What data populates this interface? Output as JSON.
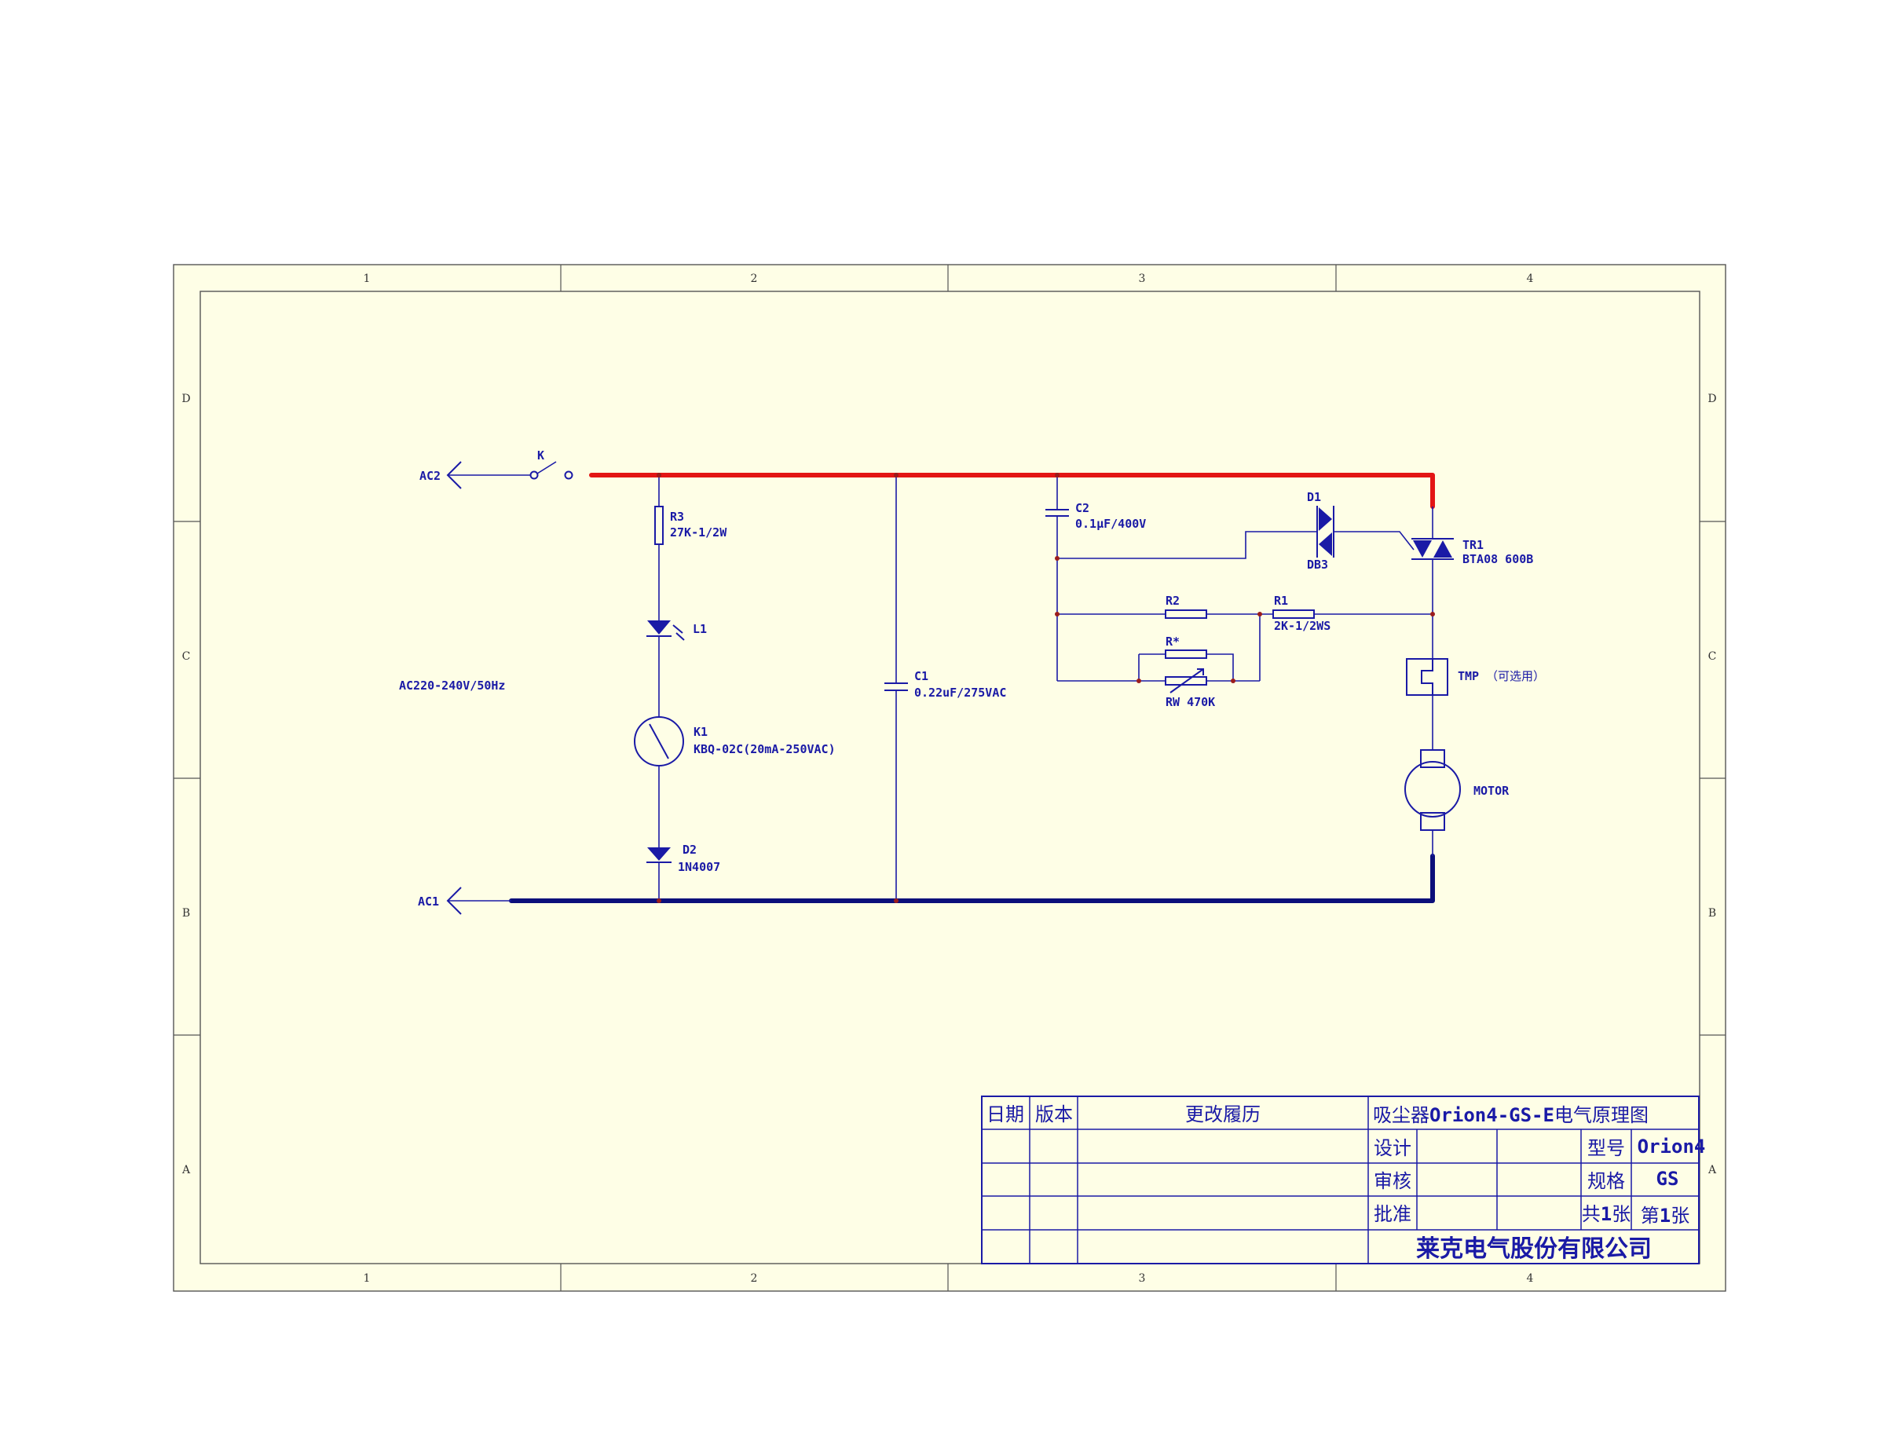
{
  "schematic": {
    "grid": {
      "columns": [
        "1",
        "2",
        "3",
        "4"
      ],
      "rows": [
        "D",
        "C",
        "B",
        "A"
      ]
    },
    "terminals": {
      "ac2": "AC2",
      "ac1": "AC1"
    },
    "supply_note": "AC220-240V/50Hz",
    "switch": {
      "ref": "K"
    },
    "r3": {
      "ref": "R3",
      "value": "27K-1/2W"
    },
    "l1": {
      "ref": "L1"
    },
    "k1": {
      "ref": "K1",
      "value": "KBQ-02C(20mA-250VAC)"
    },
    "d2": {
      "ref": "D2",
      "value": "1N4007"
    },
    "c1": {
      "ref": "C1",
      "value": "0.22uF/275VAC"
    },
    "c2": {
      "ref": "C2",
      "value": "0.1μF/400V"
    },
    "d1": {
      "ref": "D1",
      "value": "DB3"
    },
    "tr1": {
      "ref": "TR1",
      "value": "BTA08 600B"
    },
    "r2": {
      "ref": "R2"
    },
    "r1": {
      "ref": "R1",
      "value": "2K-1/2WS"
    },
    "rstar": {
      "ref": "R*"
    },
    "rw": {
      "ref": "RW 470K"
    },
    "tmp": {
      "ref": "TMP",
      "note": "（可选用）"
    },
    "motor": {
      "ref": "MOTOR"
    },
    "colors": {
      "line": "#e31515",
      "neutral": "#0c0f7a",
      "ink": "#1a1aa6",
      "paper": "#fefee6"
    }
  },
  "title_block": {
    "headers": {
      "date": "日期",
      "version": "版本",
      "history": "更改履历"
    },
    "title_prefix": "吸尘器",
    "title_model": "Orion4-GS-E",
    "title_suffix": "电气原理图",
    "design": "设计",
    "review": "审核",
    "approve": "批准",
    "model_label": "型号",
    "model_value": "Orion4",
    "spec_label": "规格",
    "spec_value": "GS",
    "sheets_total_prefix": "共",
    "sheets_total_num": "1",
    "sheets_total_suffix": "张",
    "sheet_no_prefix": "第",
    "sheet_no_num": "1",
    "sheet_no_suffix": "张",
    "company": "莱克电气股份有限公司"
  }
}
